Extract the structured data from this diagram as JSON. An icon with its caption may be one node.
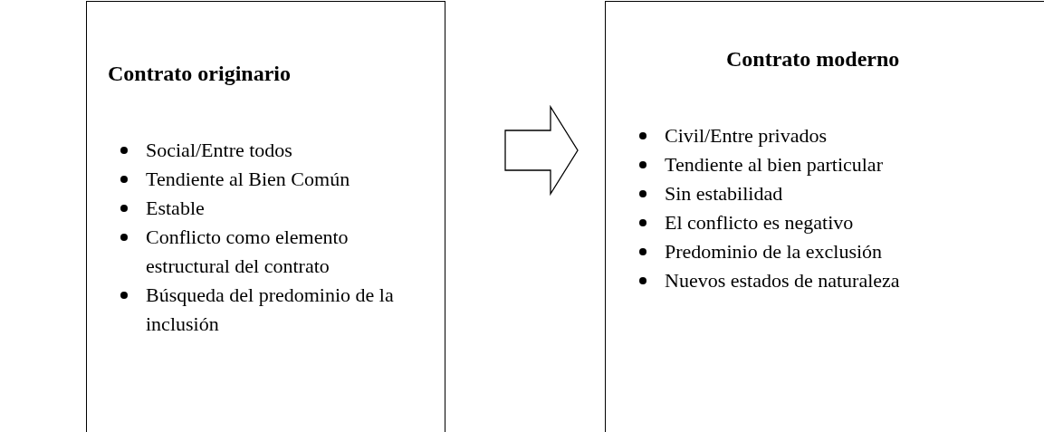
{
  "diagram": {
    "nodes": [
      {
        "text": [
          "Contrato originario",
          "Social/Entre todos",
          "Tendiente al Bien Común",
          "Estable",
          "Conflicto como elemento estructural del contrato",
          "Búsqueda del predominio de la inclusión"
        ]
      },
      {
        "text": [
          "Contrato moderno",
          "Civil/Entre privados",
          "Tendiente al bien particular",
          "Sin estabilidad",
          "El conflicto es negativo",
          "Predominio de la exclusión",
          "Nuevos estados de naturaleza"
        ]
      }
    ],
    "edges": [
      {
        "from": 0,
        "to": 1,
        "arrow": "to"
      }
    ]
  }
}
